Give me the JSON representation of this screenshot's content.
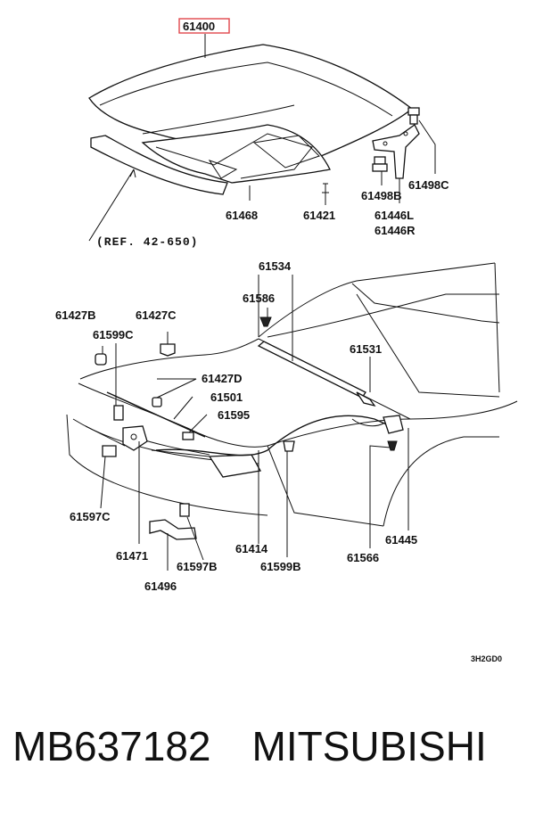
{
  "diagram": {
    "labels": {
      "p61400": "61400",
      "p61468": "61468",
      "p61421": "61421",
      "p61498B": "61498B",
      "p61498C": "61498C",
      "p61446L": "61446L",
      "p61446R": "61446R",
      "ref": "(REF. 42-650)",
      "p61534": "61534",
      "p61586": "61586",
      "p61427B": "61427B",
      "p61427C": "61427C",
      "p61599C": "61599C",
      "p61531": "61531",
      "p61427D": "61427D",
      "p61501": "61501",
      "p61595": "61595",
      "p61597C": "61597C",
      "p61471": "61471",
      "p61496": "61496",
      "p61597B": "61597B",
      "p61414": "61414",
      "p61599B": "61599B",
      "p61566": "61566",
      "p61445": "61445"
    },
    "code": "3H2GD0",
    "highlight_color": "#e0474c"
  },
  "footer": {
    "part_number": "MB637182",
    "brand": "MITSUBISHI"
  }
}
